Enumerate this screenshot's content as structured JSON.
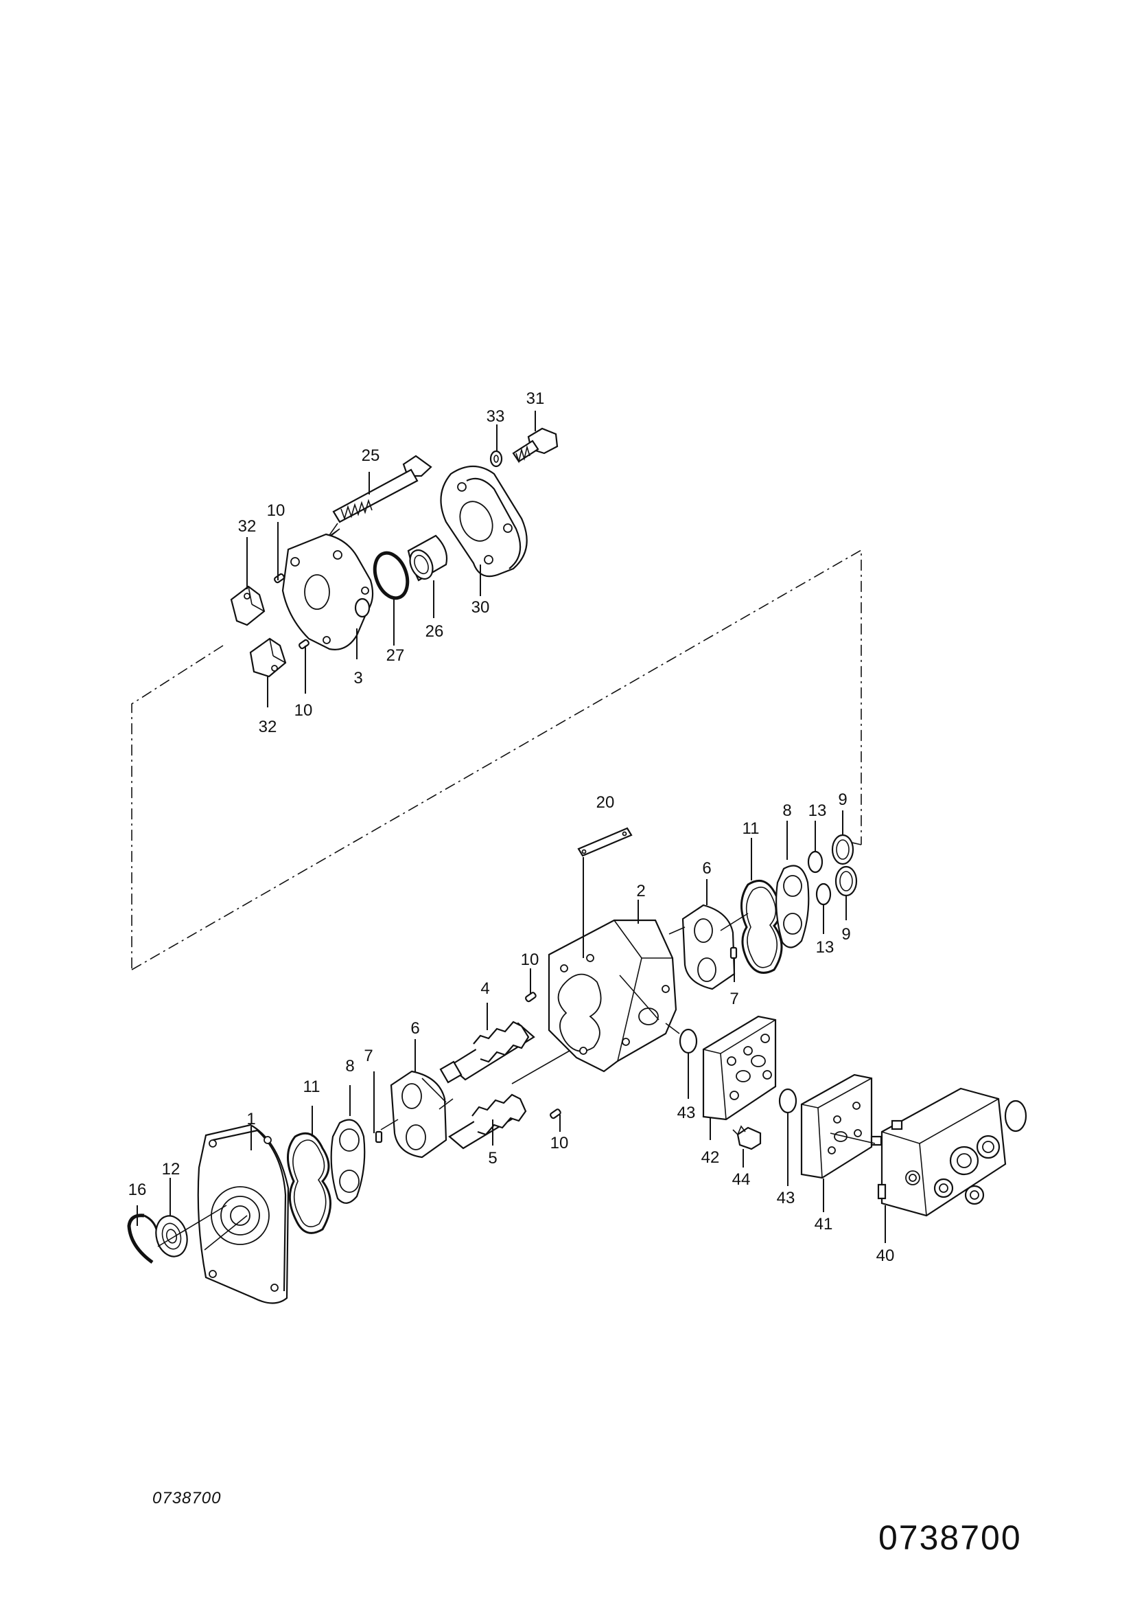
{
  "drawing": {
    "caption": "0738700",
    "document_number": "0738700"
  },
  "callouts": {
    "p1": "1",
    "p2": "2",
    "p3": "3",
    "p4": "4",
    "p5": "5",
    "p6a": "6",
    "p6b": "6",
    "p7a": "7",
    "p7b": "7",
    "p8a": "8",
    "p8b": "8",
    "p9a": "9",
    "p9b": "9",
    "p10a": "10",
    "p10b": "10",
    "p10c": "10",
    "p10d": "10",
    "p11a": "11",
    "p11b": "11",
    "p12": "12",
    "p13a": "13",
    "p13b": "13",
    "p16": "16",
    "p20": "20",
    "p25": "25",
    "p26": "26",
    "p27": "27",
    "p30": "30",
    "p31": "31",
    "p32a": "32",
    "p32b": "32",
    "p33": "33",
    "p40": "40",
    "p41": "41",
    "p42": "42",
    "p43a": "43",
    "p43b": "43",
    "p44": "44"
  }
}
